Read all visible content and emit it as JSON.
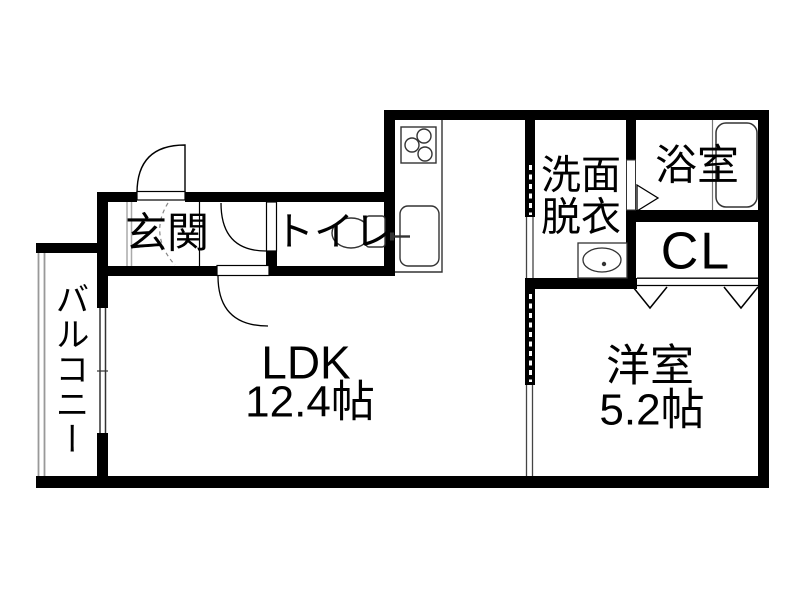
{
  "floorplan": {
    "rooms": {
      "entrance": {
        "label": "玄関"
      },
      "toilet": {
        "label": "トイレ"
      },
      "ldk": {
        "label": "LDK",
        "area": "12.4帖"
      },
      "washroom": {
        "label_line1": "洗面",
        "label_line2": "脱衣"
      },
      "bathroom": {
        "label": "浴室"
      },
      "closet": {
        "label": "CL"
      },
      "western_room": {
        "label": "洋室",
        "area": "5.2帖"
      },
      "balcony": {
        "label": "バルコニー"
      }
    },
    "colors": {
      "wall": "#000000",
      "background": "#ffffff",
      "fixture_stroke": "#333333"
    }
  }
}
